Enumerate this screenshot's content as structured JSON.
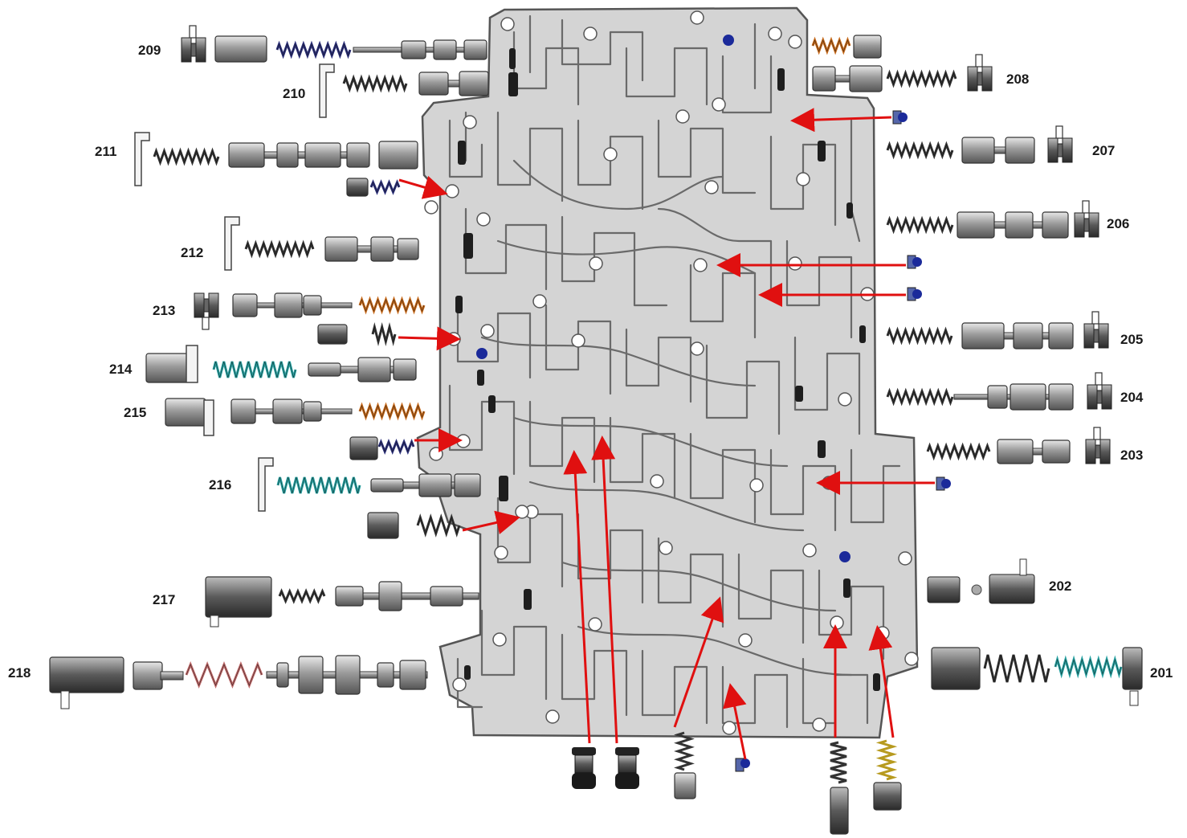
{
  "diagram": {
    "labels": {
      "l201": "201",
      "l202": "202",
      "l203": "203",
      "l204": "204",
      "l205": "205",
      "l206": "206",
      "l207": "207",
      "l208": "208",
      "l209": "209",
      "l210": "210",
      "l211": "211",
      "l212": "212",
      "l213": "213",
      "l214": "214",
      "l215": "215",
      "l216": "216",
      "l217": "217",
      "l218": "218"
    },
    "colors": {
      "plate": "#d4d4d4",
      "plate_edge": "#555555",
      "channel": "#6a6a6a",
      "hole": "#ffffff",
      "slot": "#1e1e1e",
      "valve_metal": "#8f8f8f",
      "spring_navy": "#2b2f7a",
      "spring_orange": "#c86a1a",
      "spring_teal": "#27a3a3",
      "spring_pink": "#c06a6a",
      "spring_dark": "#333333",
      "check_ball": "#1b2a9a",
      "arrow": "#e01010"
    }
  }
}
